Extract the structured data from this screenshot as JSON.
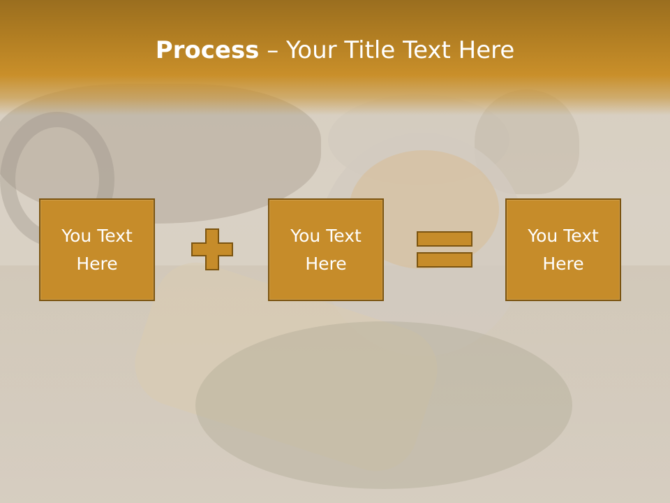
{
  "slide": {
    "title_bold": "Process",
    "title_rest": " – Your Title Text Here"
  },
  "process": {
    "boxes": [
      {
        "line1": "You Text",
        "line2": "Here"
      },
      {
        "line1": "You Text",
        "line2": "Here"
      },
      {
        "line1": "You Text",
        "line2": "Here"
      }
    ],
    "operators": [
      "plus-icon",
      "equals-icon"
    ]
  },
  "colors": {
    "header": "#b07d22",
    "box_fill": "#c68c2a",
    "box_border": "#7b5410",
    "text": "#ffffff"
  }
}
